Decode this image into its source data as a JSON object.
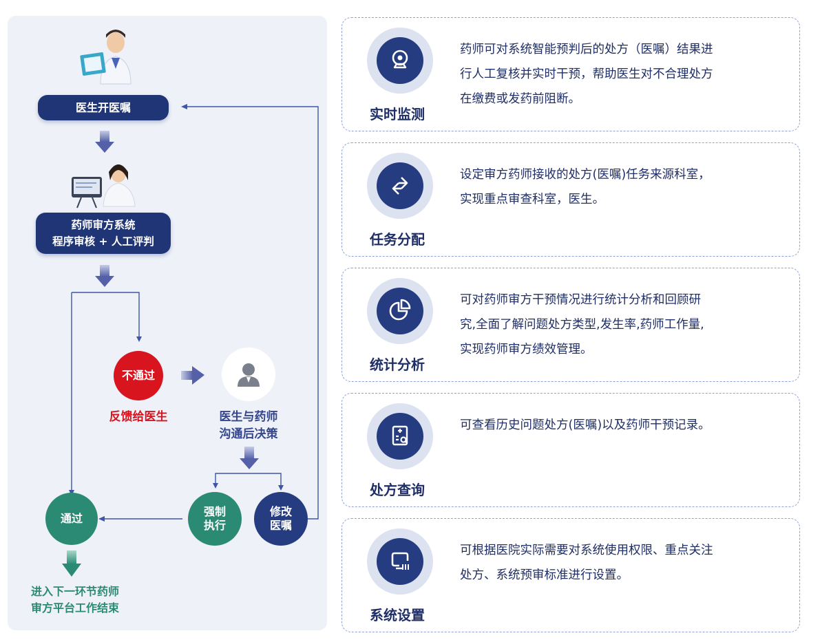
{
  "flow": {
    "doctor_orders": "医生开医嘱",
    "review_line1": "药师审方系统",
    "review_line2": "程序审核 + 人工评判",
    "reject": "不通过",
    "reject_caption": "反馈给医生",
    "consult_line1": "医生与药师",
    "consult_line2": "沟通后决策",
    "force_line1": "强制",
    "force_line2": "执行",
    "modify_line1": "修改",
    "modify_line2": "医嘱",
    "pass": "通过",
    "next_line1": "进入下一环节药师",
    "next_line2": "审方平台工作结束"
  },
  "features": [
    {
      "title": "实时监测",
      "icon": "webcam-icon",
      "desc_lines": [
        "药师可对系统智能预判后的处方（医嘱）结果进",
        "行人工复核并实时干预，帮助医生对不合理处方",
        "在缴费或发药前阻断。"
      ]
    },
    {
      "title": "任务分配",
      "icon": "exchange-icon",
      "desc_lines": [
        "设定审方药师接收的处方(医嘱)任务来源科室，",
        "实现重点审查科室，医生。"
      ]
    },
    {
      "title": "统计分析",
      "icon": "pie-chart-icon",
      "desc_lines": [
        "可对药师审方干预情况进行统计分析和回顾研",
        "究,全面了解问题处方类型,发生率,药师工作量,",
        "实现药师审方绩效管理。"
      ]
    },
    {
      "title": "处方查询",
      "icon": "document-search-icon",
      "desc_lines": [
        "可查看历史问题处方(医嘱)以及药师干预记录。"
      ]
    },
    {
      "title": "系统设置",
      "icon": "monitor-settings-icon",
      "desc_lines": [
        "可根据医院实际需要对系统使用权限、重点关注",
        "处方、系统预审标准进行设置。"
      ]
    }
  ],
  "colors": {
    "navy": "#1f3575",
    "red": "#d8141e",
    "green": "#2b8a74",
    "accent": "#263c80"
  }
}
